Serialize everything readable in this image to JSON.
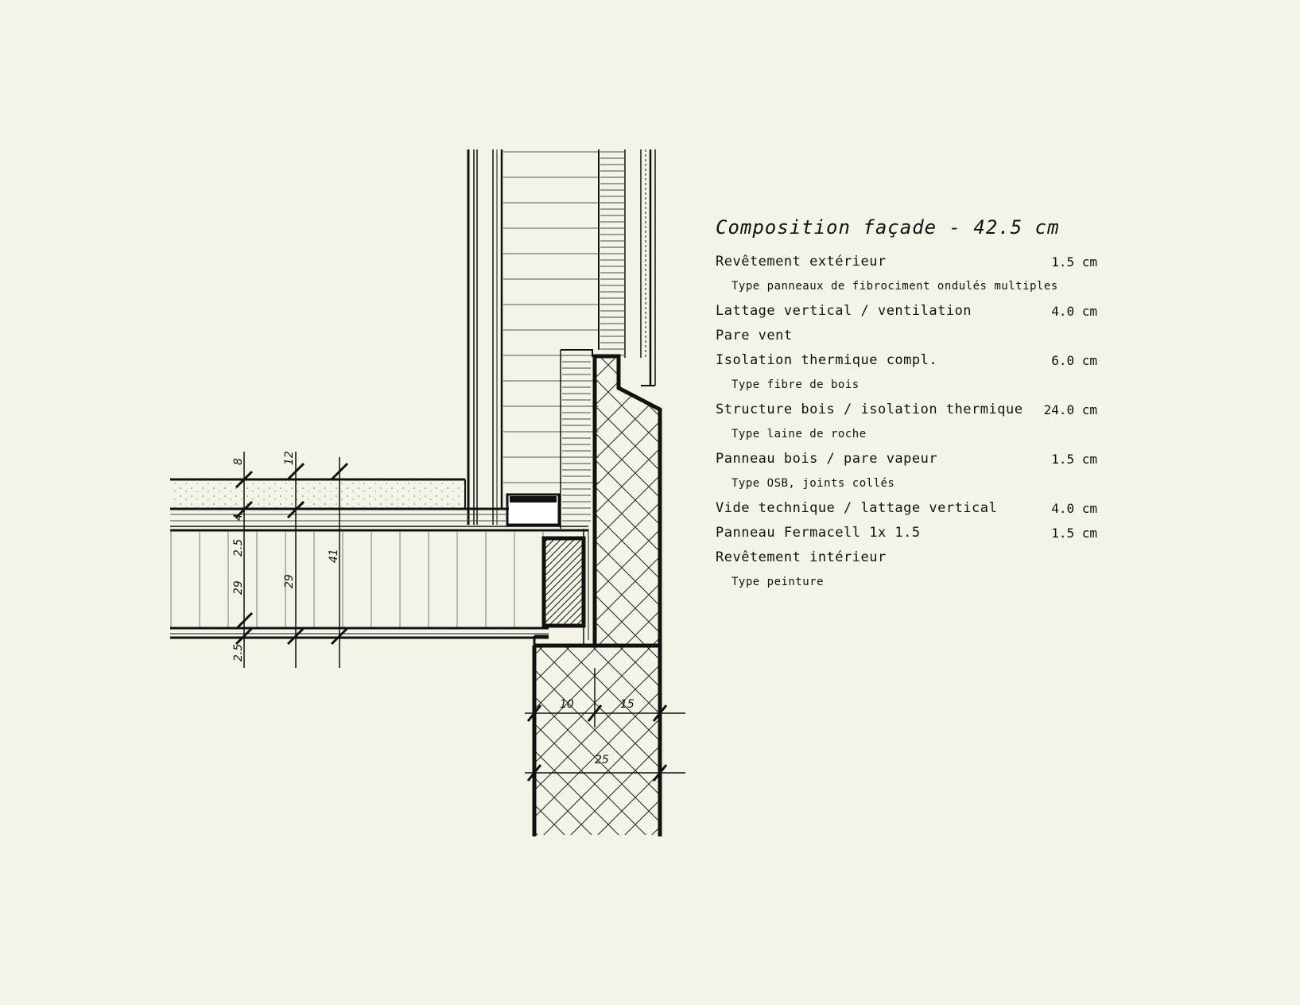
{
  "legend": {
    "title": "Composition façade - 42.5 cm",
    "rows": [
      {
        "label": "Revêtement extérieur",
        "value": "1.5 cm",
        "indent": false
      },
      {
        "label": "Type panneaux de fibrociment ondulés multiples",
        "value": "",
        "indent": true
      },
      {
        "label": "Lattage vertical / ventilation",
        "value": "4.0 cm",
        "indent": false
      },
      {
        "label": "Pare vent",
        "value": "",
        "indent": false
      },
      {
        "label": "Isolation thermique compl.",
        "value": "6.0 cm",
        "indent": false
      },
      {
        "label": "Type fibre de bois",
        "value": "",
        "indent": true
      },
      {
        "label": "Structure bois / isolation thermique",
        "value": "24.0 cm",
        "indent": false
      },
      {
        "label": "Type laine de roche",
        "value": "",
        "indent": true
      },
      {
        "label": "Panneau bois / pare vapeur",
        "value": "1.5 cm",
        "indent": false
      },
      {
        "label": "Type OSB, joints collés",
        "value": "",
        "indent": true
      },
      {
        "label": "Vide technique / lattage vertical",
        "value": "4.0 cm",
        "indent": false
      },
      {
        "label": "Panneau Fermacell 1x 1.5",
        "value": "1.5 cm",
        "indent": false
      },
      {
        "label": "Revêtement intérieur",
        "value": "",
        "indent": false
      },
      {
        "label": "Type peinture",
        "value": "",
        "indent": true
      }
    ]
  },
  "dimensions": {
    "floor_top_1": "8",
    "floor_top_2": "12",
    "floor_thin": "4",
    "floor_left_a": "29",
    "floor_left_b": "2.5",
    "floor_mid": "29",
    "floor_total": "41",
    "floor_bottom": "2.5",
    "wall_inner": "10",
    "wall_outer": "15",
    "wall_total": "25"
  }
}
